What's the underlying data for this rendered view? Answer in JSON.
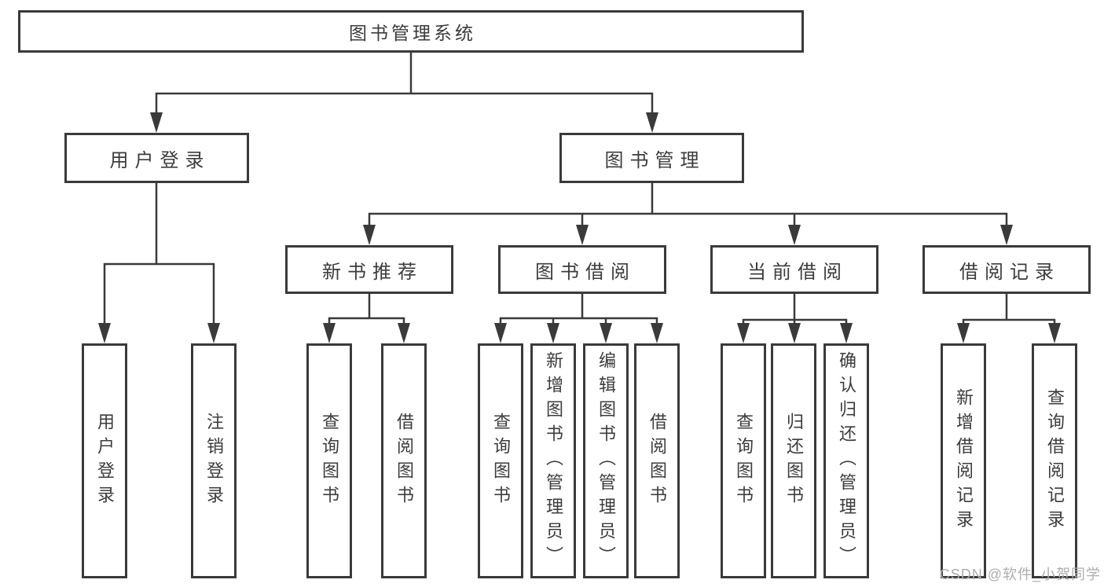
{
  "diagram_title": "图书管理系统",
  "tree": {
    "root": {
      "label": "图书管理系统",
      "children": [
        {
          "label": "用户登录",
          "children": [
            {
              "label": "用户登录"
            },
            {
              "label": "注销登录"
            }
          ]
        },
        {
          "label": "图书管理",
          "children": [
            {
              "label": "新书推荐",
              "children": [
                {
                  "label": "查询图书"
                },
                {
                  "label": "借阅图书"
                }
              ]
            },
            {
              "label": "图书借阅",
              "children": [
                {
                  "label": "查询图书"
                },
                {
                  "label": "新增图书（管理员）"
                },
                {
                  "label": "编辑图书（管理员）"
                },
                {
                  "label": "借阅图书"
                }
              ]
            },
            {
              "label": "当前借阅",
              "children": [
                {
                  "label": "查询图书"
                },
                {
                  "label": "归还图书"
                },
                {
                  "label": "确认归还（管理员）"
                }
              ]
            },
            {
              "label": "借阅记录",
              "children": [
                {
                  "label": "新增借阅记录"
                },
                {
                  "label": "查询借阅记录"
                }
              ]
            }
          ]
        }
      ]
    }
  },
  "watermark": "CSDN @软件_小贺同学",
  "colors": {
    "line": "#3a3a3a",
    "text": "#3c3c3c",
    "background": "#ffffff",
    "watermark": "#adadad"
  }
}
